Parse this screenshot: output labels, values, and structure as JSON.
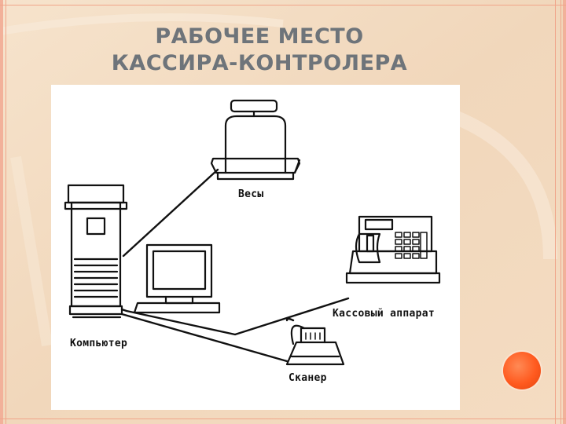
{
  "slide": {
    "title_line1": "РАБОЧЕЕ МЕСТО",
    "title_line2": "КАССИРА-КОНТРОЛЕРА"
  },
  "diagram": {
    "labels": {
      "scales": "Весы",
      "cash_register": "Кассовый аппарат",
      "computer": "Компьютер",
      "scanner": "Сканер"
    }
  },
  "colors": {
    "background": "#f3ddc3",
    "title": "#6e747a",
    "accent_orb": "#ff5a1f",
    "border_stripe": "#f0a58a"
  }
}
